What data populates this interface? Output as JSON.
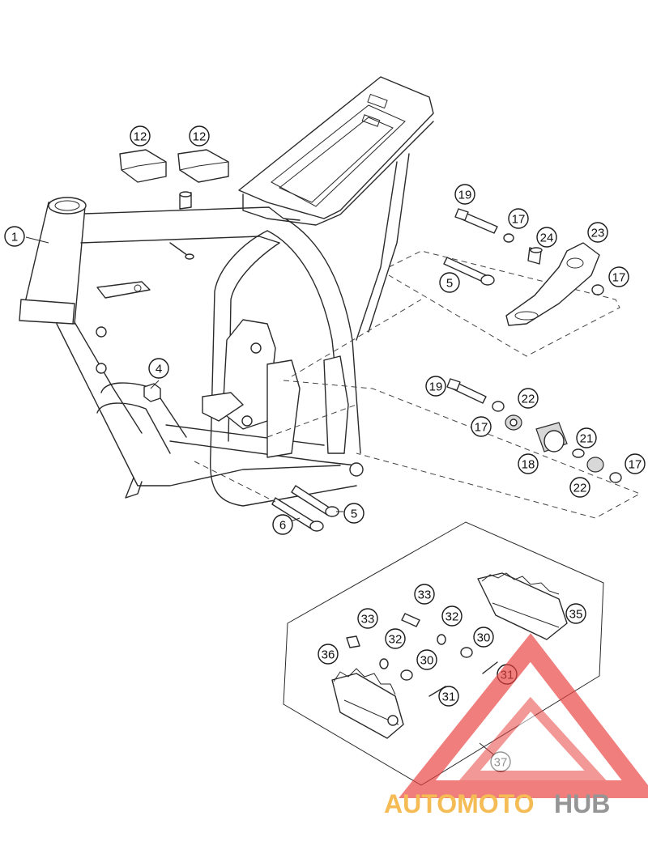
{
  "callouts": [
    {
      "label": "1"
    },
    {
      "label": "12"
    },
    {
      "label": "12"
    },
    {
      "label": "19"
    },
    {
      "label": "17"
    },
    {
      "label": "24"
    },
    {
      "label": "23"
    },
    {
      "label": "5"
    },
    {
      "label": "17"
    },
    {
      "label": "4"
    },
    {
      "label": "19"
    },
    {
      "label": "22"
    },
    {
      "label": "17"
    },
    {
      "label": "21"
    },
    {
      "label": "18"
    },
    {
      "label": "17"
    },
    {
      "label": "22"
    },
    {
      "label": "6"
    },
    {
      "label": "5"
    },
    {
      "label": "33"
    },
    {
      "label": "33"
    },
    {
      "label": "32"
    },
    {
      "label": "32"
    },
    {
      "label": "35"
    },
    {
      "label": "36"
    },
    {
      "label": "30"
    },
    {
      "label": "30"
    },
    {
      "label": "31"
    },
    {
      "label": "31"
    },
    {
      "label": "37"
    }
  ],
  "watermark": {
    "part1": "AUTOMOTO",
    "part2": "HUB",
    "color_red": "#e8413f",
    "color_orange": "#f4b442",
    "color_gray": "#8a8a8a"
  }
}
